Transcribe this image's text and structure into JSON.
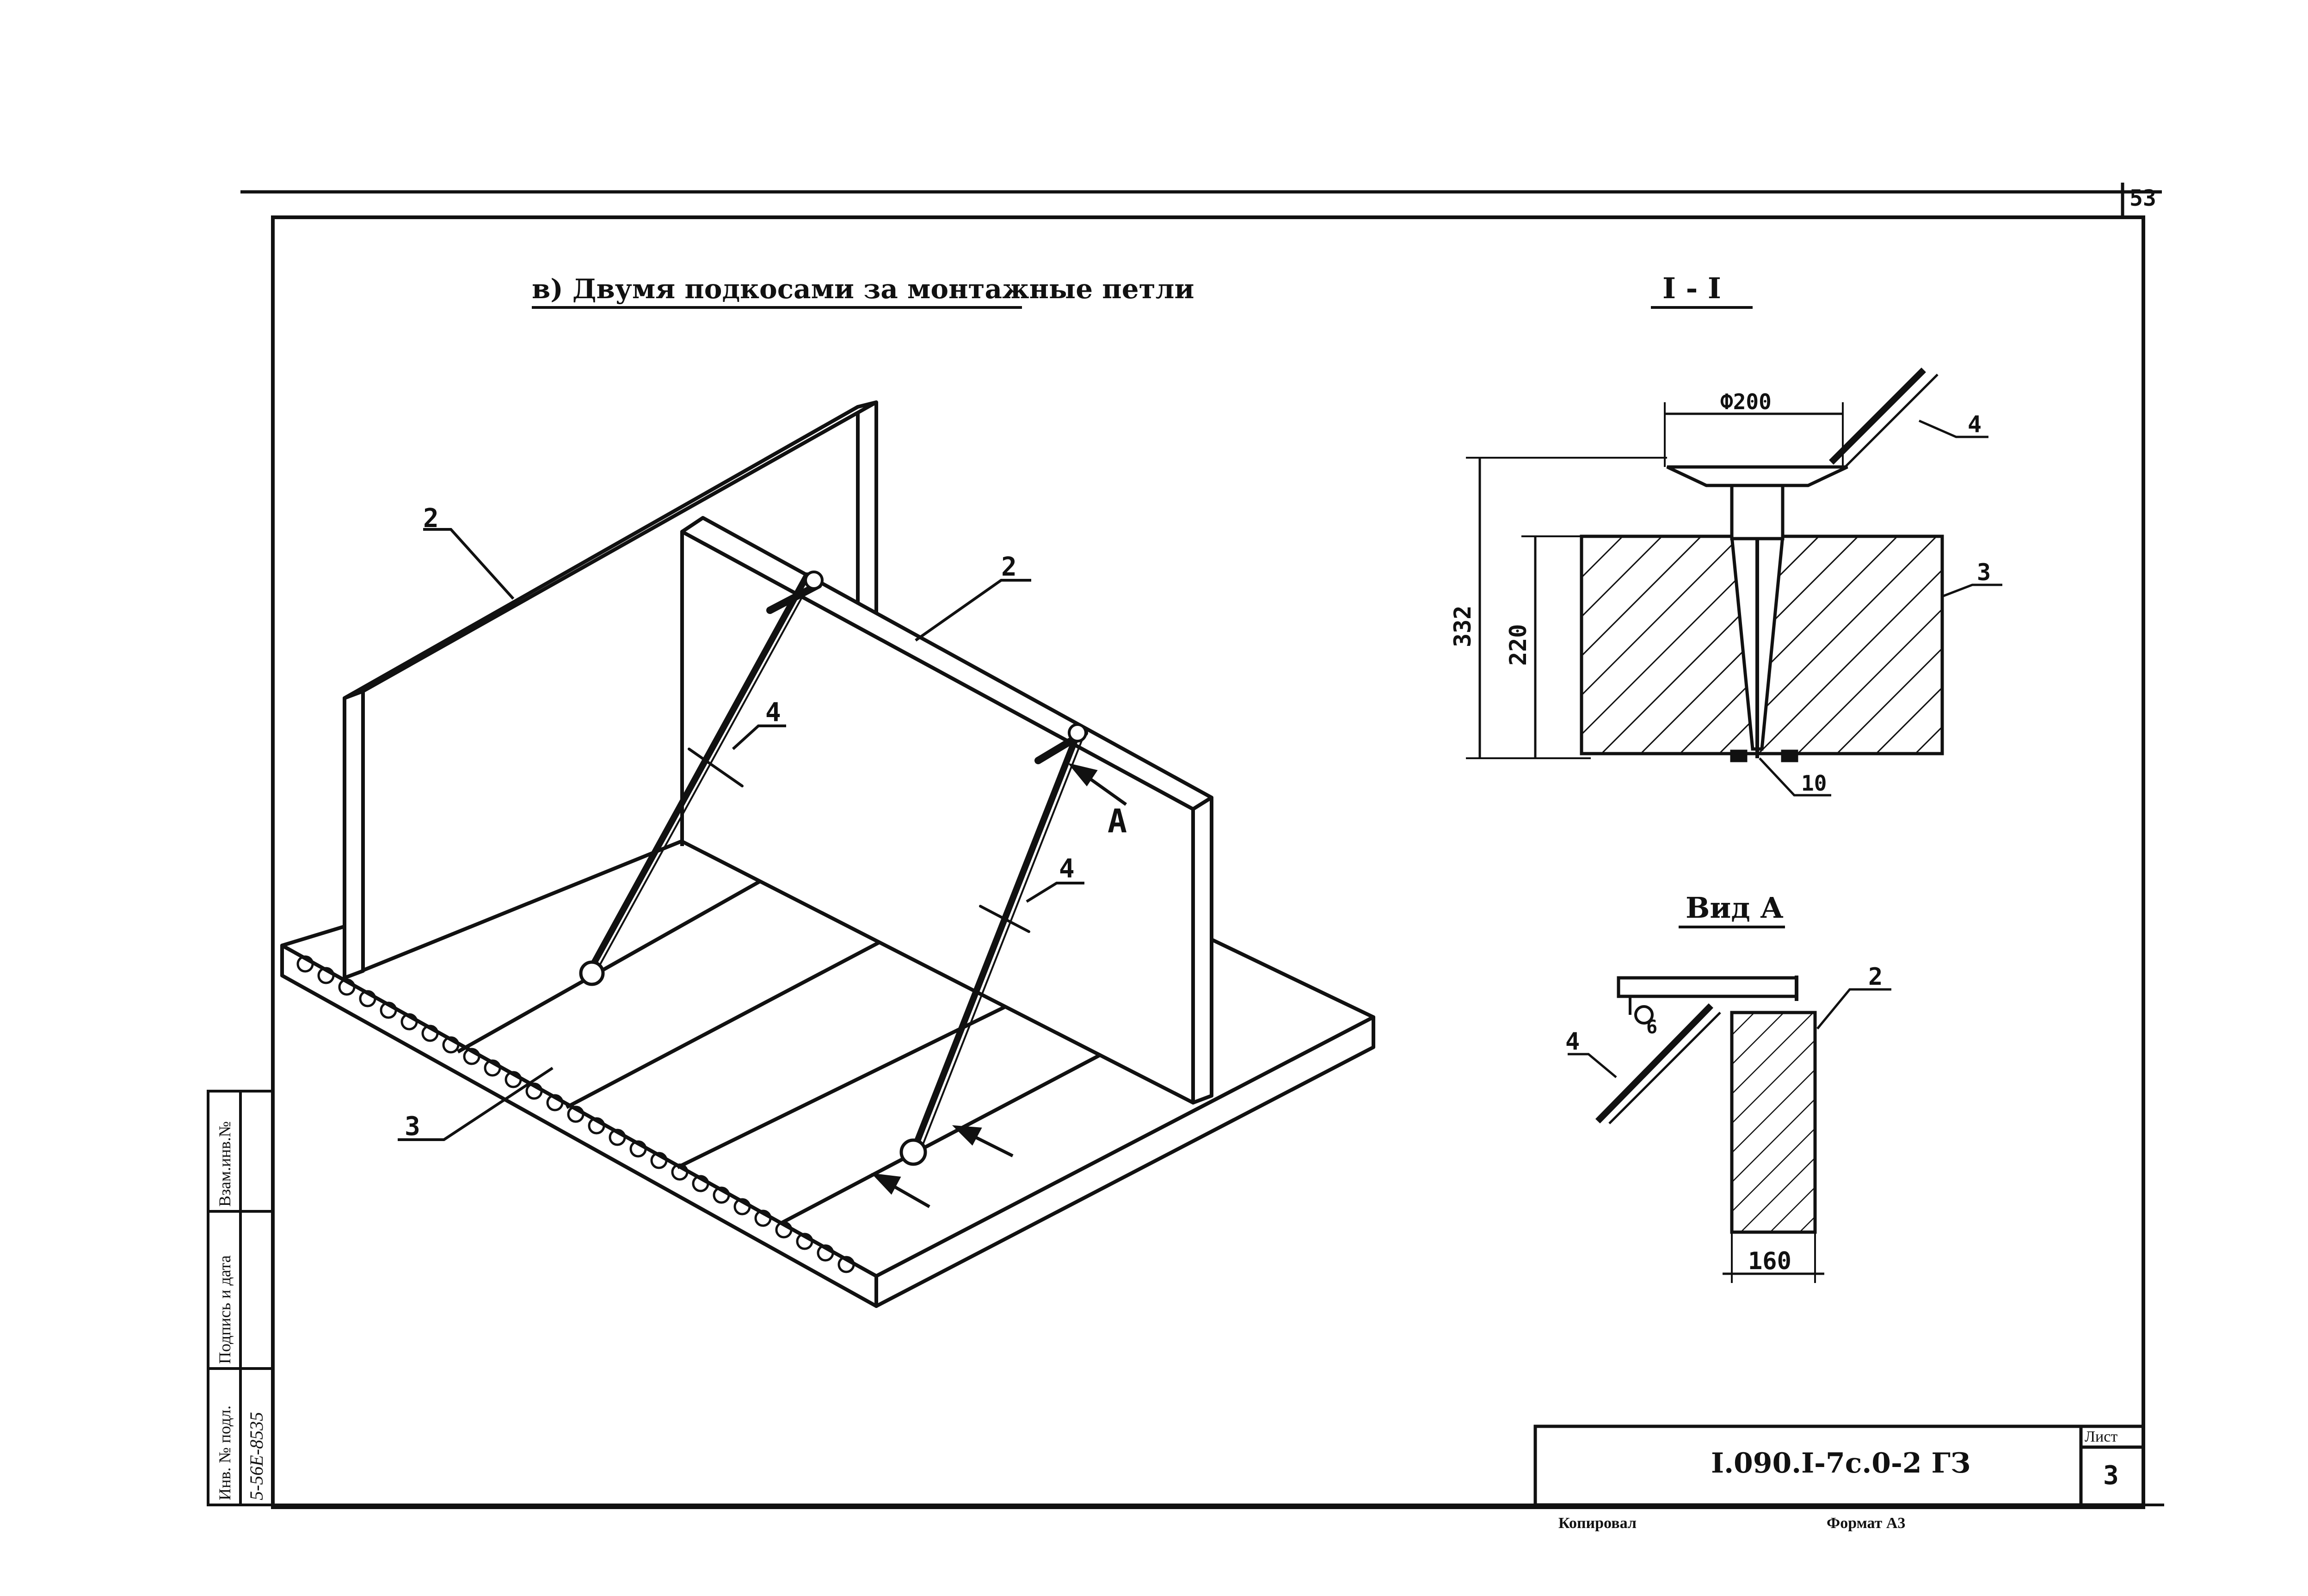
{
  "sheet": {
    "page_number": "53",
    "code": "I.090.I-7c.0-2 ГЗ",
    "list_label": "Лист",
    "list_number": "3",
    "copied_label": "Копировал",
    "format_label": "Формат А3"
  },
  "side_stamp": {
    "inv_no": "Инв. № подл.",
    "signature_date": "Подпись и дата",
    "replace_inv": "Взам.инв.№",
    "handwritten": "5-56Е-8535"
  },
  "main_view": {
    "title": "в) Двумя подкосами за монтажные петли",
    "callouts": [
      "2",
      "2",
      "4",
      "4",
      "3",
      "А"
    ]
  },
  "section_view": {
    "title": "I - I",
    "dim_diameter": "Ф200",
    "dim_total": "332",
    "dim_depth": "220",
    "dim_gap": "10",
    "callout_brace": "4",
    "callout_slab": "3"
  },
  "detail_view": {
    "title": "Вид А",
    "callout_panel": "2",
    "callout_brace": "4",
    "callout_small": "6",
    "dim_width": "160"
  }
}
